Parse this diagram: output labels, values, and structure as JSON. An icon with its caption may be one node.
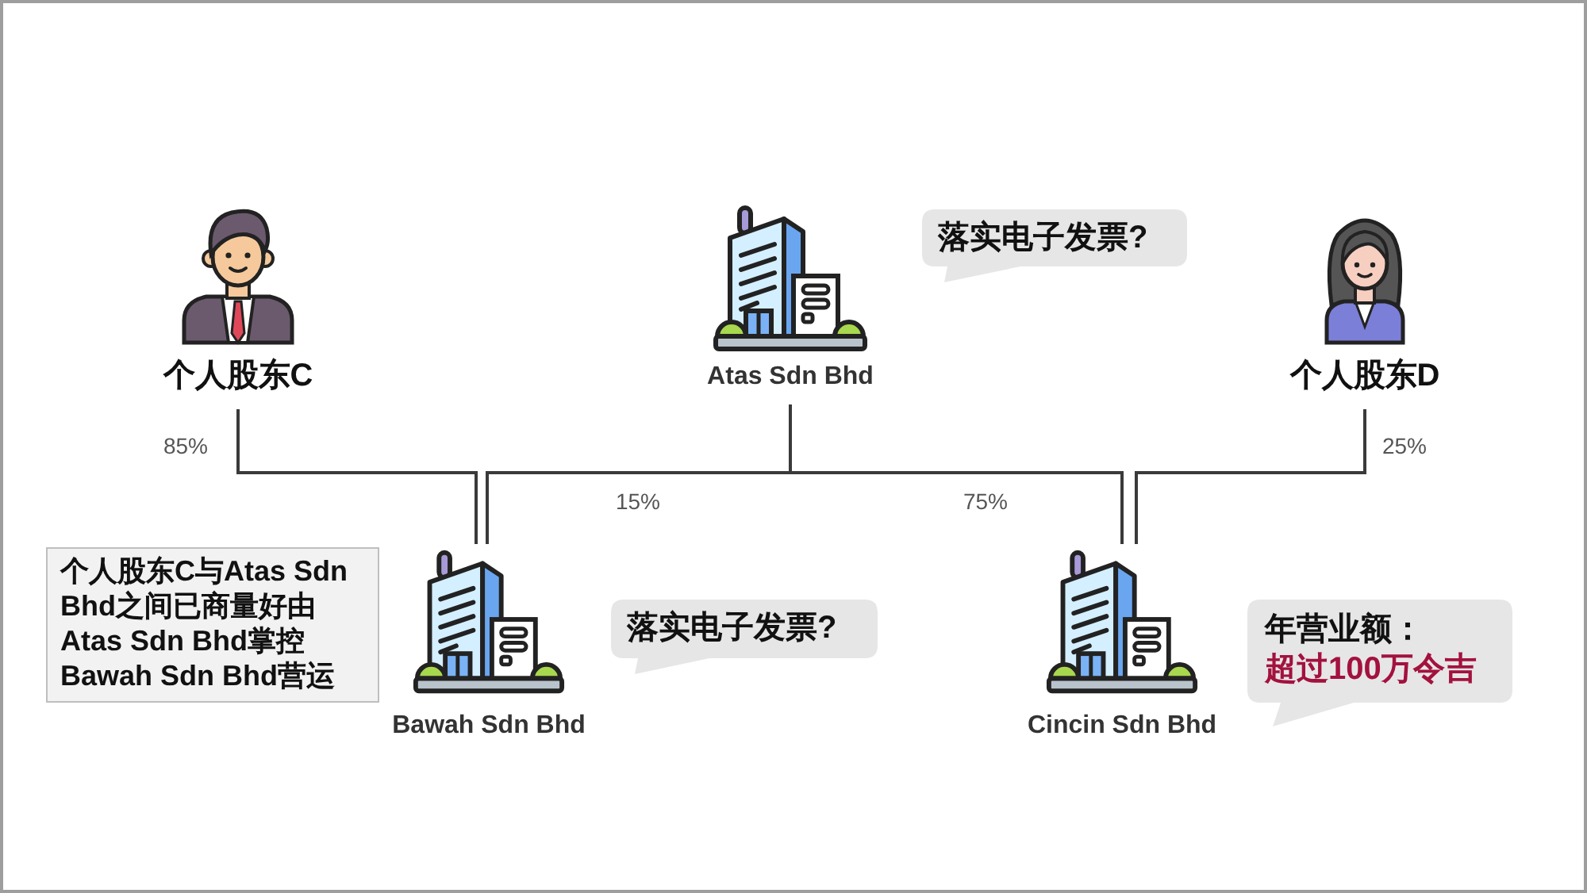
{
  "diagram": {
    "nodes": [
      {
        "text": [
          "个人股东C"
        ]
      },
      {
        "text": [
          "Atas Sdn Bhd"
        ]
      },
      {
        "text": [
          "落实电子发票?"
        ]
      },
      {
        "text": [
          "个人股东D"
        ]
      },
      {
        "text": [
          "个人股东C与Atas Sdn Bhd之间已商量好由Atas Sdn Bhd掌控Bawah Sdn Bhd营运"
        ]
      },
      {
        "text": [
          "Bawah Sdn Bhd"
        ]
      },
      {
        "text": [
          "落实电子发票?"
        ]
      },
      {
        "text": [
          "Cincin Sdn Bhd"
        ]
      },
      {
        "text": [
          "年营业额：",
          "超过100万令吉"
        ]
      }
    ],
    "edges": [
      {
        "from": 0,
        "to": 5,
        "arrow": "none",
        "label": "85%"
      },
      {
        "from": 1,
        "to": 5,
        "arrow": "none",
        "label": "15%"
      },
      {
        "from": 1,
        "to": 7,
        "arrow": "none",
        "label": "75%"
      },
      {
        "from": 3,
        "to": 7,
        "arrow": "none",
        "label": "25%"
      }
    ]
  }
}
